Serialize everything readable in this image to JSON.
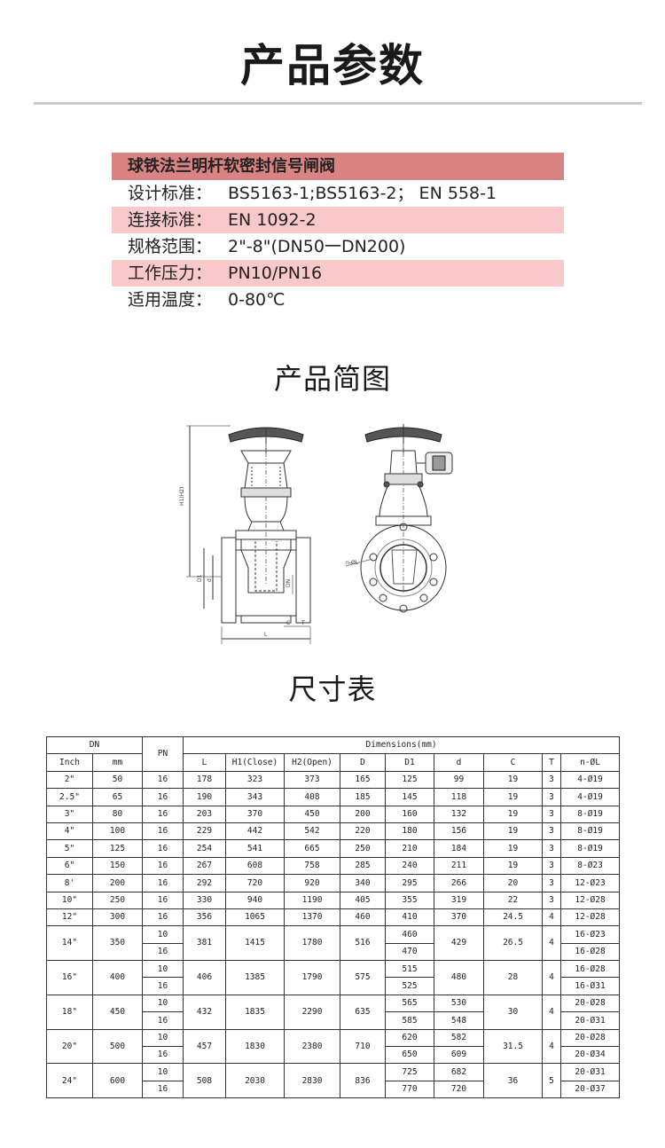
{
  "title": "产品参数",
  "params": {
    "product_name": "球铁法兰明杆软密封信号闸阀",
    "rows": [
      {
        "label": "设计标准：",
        "value": "BS5163-1;BS5163-2； EN 558-1"
      },
      {
        "label": "连接标准：",
        "value": "EN 1092-2"
      },
      {
        "label": "规格范围：",
        "value": "2\"-8\"(DN50一DN200)"
      },
      {
        "label": "工作压力：",
        "value": "PN10/PN16"
      },
      {
        "label": "适用温度：",
        "value": "0-80℃"
      }
    ]
  },
  "diagram_title": "产品简图",
  "diagram_labels": {
    "h": "H1(H2)",
    "d1": "D1",
    "d": "d",
    "dn": "DN",
    "c": "C",
    "t": "T",
    "l": "L",
    "n": "n-ØL"
  },
  "size_title": "尺寸表",
  "table": {
    "dn": "DN",
    "pn": "PN",
    "dimensions": "Dimensions(mm)",
    "headers": [
      "Inch",
      "mm",
      "L",
      "H1(Close)",
      "H2(Open)",
      "D",
      "D1",
      "d",
      "C",
      "T",
      "n-ØL"
    ],
    "simple_rows": [
      [
        "2\"",
        "50",
        "16",
        "178",
        "323",
        "373",
        "165",
        "125",
        "99",
        "19",
        "3",
        "4-Ø19"
      ],
      [
        "2.5\"",
        "65",
        "16",
        "190",
        "343",
        "408",
        "185",
        "145",
        "118",
        "19",
        "3",
        "4-Ø19"
      ],
      [
        "3\"",
        "80",
        "16",
        "203",
        "370",
        "450",
        "200",
        "160",
        "132",
        "19",
        "3",
        "8-Ø19"
      ],
      [
        "4\"",
        "100",
        "16",
        "229",
        "442",
        "542",
        "220",
        "180",
        "156",
        "19",
        "3",
        "8-Ø19"
      ],
      [
        "5\"",
        "125",
        "16",
        "254",
        "541",
        "665",
        "250",
        "210",
        "184",
        "19",
        "3",
        "8-Ø19"
      ],
      [
        "6\"",
        "150",
        "16",
        "267",
        "608",
        "758",
        "285",
        "240",
        "211",
        "19",
        "3",
        "8-Ø23"
      ],
      [
        "8'",
        "200",
        "16",
        "292",
        "720",
        "920",
        "340",
        "295",
        "266",
        "20",
        "3",
        "12-Ø23"
      ],
      [
        "10\"",
        "250",
        "16",
        "330",
        "940",
        "1190",
        "405",
        "355",
        "319",
        "22",
        "3",
        "12-Ø28"
      ],
      [
        "12\"",
        "300",
        "16",
        "356",
        "1065",
        "1370",
        "460",
        "410",
        "370",
        "24.5",
        "4",
        "12-Ø28"
      ]
    ],
    "double_rows": [
      {
        "inch": "14\"",
        "mm": "350",
        "pn": [
          "10",
          "16"
        ],
        "l": "381",
        "h1": "1415",
        "h2": "1780",
        "D": "516",
        "d1": [
          "460",
          "470"
        ],
        "d": [
          "429"
        ],
        "c": "26.5",
        "t": "4",
        "n": [
          "16-Ø23",
          "16-Ø28"
        ]
      },
      {
        "inch": "16\"",
        "mm": "400",
        "pn": [
          "10",
          "16"
        ],
        "l": "406",
        "h1": "1385",
        "h2": "1790",
        "D": "575",
        "d1": [
          "515",
          "525"
        ],
        "d": [
          "480"
        ],
        "c": "28",
        "t": "4",
        "n": [
          "16-Ø28",
          "16-Ø31"
        ]
      },
      {
        "inch": "18\"",
        "mm": "450",
        "pn": [
          "10",
          "16"
        ],
        "l": "432",
        "h1": "1835",
        "h2": "2290",
        "D": "635",
        "d1": [
          "565",
          "585"
        ],
        "d": [
          "530",
          "548"
        ],
        "c": "30",
        "t": "4",
        "n": [
          "20-Ø28",
          "20-Ø31"
        ]
      },
      {
        "inch": "20\"",
        "mm": "500",
        "pn": [
          "10",
          "16"
        ],
        "l": "457",
        "h1": "1830",
        "h2": "2380",
        "D": "710",
        "d1": [
          "620",
          "650"
        ],
        "d": [
          "582",
          "609"
        ],
        "c": "31.5",
        "t": "4",
        "n": [
          "20-Ø28",
          "20-Ø34"
        ]
      },
      {
        "inch": "24\"",
        "mm": "600",
        "pn": [
          "10",
          "16"
        ],
        "l": "508",
        "h1": "2030",
        "h2": "2830",
        "D": "836",
        "d1": [
          "725",
          "770"
        ],
        "d": [
          "682",
          "720"
        ],
        "c": "36",
        "t": "5",
        "n": [
          "20-Ø31",
          "20-Ø37"
        ]
      }
    ]
  }
}
